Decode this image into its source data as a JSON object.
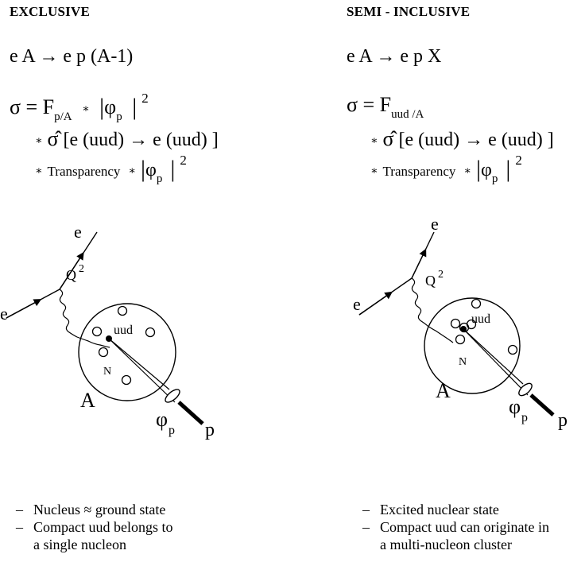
{
  "left": {
    "heading": "EXCLUSIVE",
    "reaction": "e A → e p (A-1)",
    "sigma": "σ = F",
    "f_sub": "p/A",
    "phi": "φ",
    "phi_sub": "p",
    "square": "2",
    "star": "∗",
    "bar": "|",
    "sigma_hat": "σ̂",
    "hard_process": "[e (uud) → e (uud) ]",
    "transparency": "Transparency",
    "diagram": {
      "e_in": "e",
      "e_out": "e",
      "Q": "Q",
      "Q_sup": "2",
      "uud": "uud",
      "N": "N",
      "A": "A",
      "phi": "φ",
      "phi_sub": "p",
      "p": "p"
    },
    "notes": [
      {
        "bullet": "–",
        "text": "Nucleus ≈  ground state"
      },
      {
        "bullet": "–",
        "text": "Compact uud belongs to"
      },
      {
        "bullet": "",
        "text": "a single nucleon"
      }
    ]
  },
  "right": {
    "heading": "SEMI - INCLUSIVE",
    "reaction": "e A → e p X",
    "sigma": "σ = F",
    "f_sub": "uud /A",
    "phi": "φ",
    "phi_sub": "p",
    "square": "2",
    "star": "∗",
    "bar": "|",
    "sigma_hat": "σ̂",
    "hard_process": "[e (uud) → e (uud) ]",
    "transparency": "Transparency",
    "diagram": {
      "e_in": "e",
      "e_out": "e",
      "Q": "Q",
      "Q_sup": "2",
      "uud": "uud",
      "N": "N",
      "A": "A",
      "phi": "φ",
      "phi_sub": "p",
      "p": "p"
    },
    "notes": [
      {
        "bullet": "–",
        "text": "Excited nuclear state"
      },
      {
        "bullet": "–",
        "text": "Compact uud can originate in"
      },
      {
        "bullet": "",
        "text": "a multi-nucleon cluster"
      }
    ]
  }
}
